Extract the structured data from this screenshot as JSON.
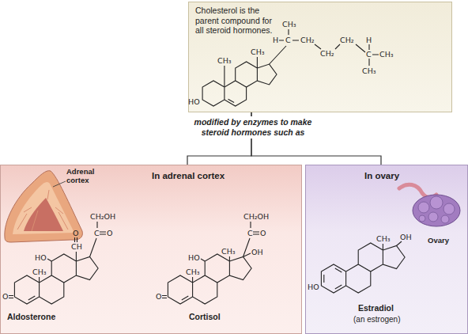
{
  "diagram": {
    "nodes": [
      {
        "text": [
          "Cholesterol is the parent compound for all steroid hormones."
        ]
      },
      {
        "text": [
          "In adrenal cortex"
        ]
      },
      {
        "text": [
          "Aldosterone"
        ],
        "in": 1
      },
      {
        "text": [
          "Cortisol"
        ],
        "in": 1
      },
      {
        "text": [
          "In ovary"
        ]
      },
      {
        "text": [
          "Estradiol",
          "(an estrogen)"
        ],
        "in": 4
      }
    ],
    "edges": [
      {
        "from": 0,
        "to": 1,
        "arrow": "none"
      },
      {
        "from": 0,
        "to": 4,
        "arrow": "none"
      },
      {
        "from": 1,
        "to": 2,
        "arrow": "to"
      },
      {
        "from": 1,
        "to": 3,
        "arrow": "to"
      },
      {
        "from": 4,
        "to": 5,
        "arrow": "to"
      }
    ],
    "labels": [
      "modified by enzymes to make steroid hormones such as",
      "Adrenal cortex",
      "Ovary",
      "CH₃",
      "H",
      "C",
      "CH₂",
      "CH₂",
      "H",
      "CH₃",
      "CH₂",
      "C",
      "CH₃",
      "CH₃",
      "CH₃",
      "HO",
      "CH₂OH",
      "O",
      "C",
      "O",
      "CH",
      "HO",
      "CH₃",
      "O",
      "CH₂OH",
      "C",
      "O",
      "CH₃",
      "OH",
      "HO",
      "CH₃",
      "O",
      "CH₃",
      "OH",
      "HO"
    ]
  }
}
